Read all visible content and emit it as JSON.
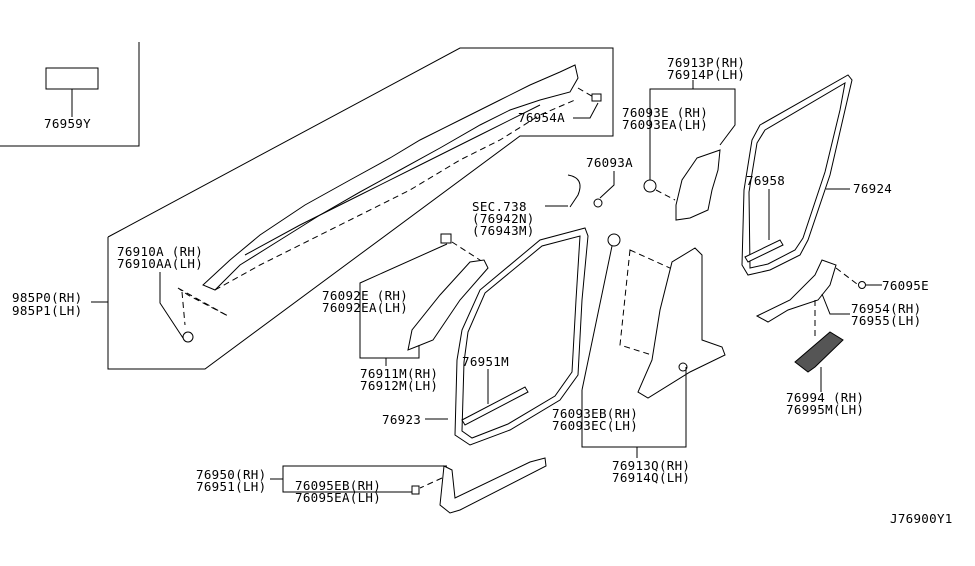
{
  "diagram": {
    "code": "J76900Y1",
    "labels": {
      "p76959Y": "76959Y",
      "p985P0": "985P0(RH)",
      "p985P1": "985P1(LH)",
      "p76910A": "76910A (RH)",
      "p76910AA": "76910AA(LH)",
      "p76954A": "76954A",
      "p76913P": "76913P(RH)",
      "p76914P": "76914P(LH)",
      "p76093E": "76093E (RH)",
      "p76093EA": "76093EA(LH)",
      "p76093A": "76093A",
      "sec738": "SEC.738",
      "p76942N": "(76942N)",
      "p76943M": "(76943M)",
      "p76958": "76958",
      "p76924": "76924",
      "p76092E": "76092E (RH)",
      "p76092EA": "76092EA(LH)",
      "p76911M": "76911M(RH)",
      "p76912M": "76912M(LH)",
      "p76951M": "76951M",
      "p76923": "76923",
      "p76095E": "76095E",
      "p76954": "76954(RH)",
      "p76955": "76955(LH)",
      "p76994": "76994 (RH)",
      "p76995M": "76995M(LH)",
      "p76093EB": "76093EB(RH)",
      "p76093EC": "76093EC(LH)",
      "p76913Q": "76913Q(RH)",
      "p76914Q": "76914Q(LH)",
      "p76950": "76950(RH)",
      "p76951": "76951(LH)",
      "p76095EB": "76095EB(RH)",
      "p76095EA": "76095EA(LH)"
    }
  }
}
